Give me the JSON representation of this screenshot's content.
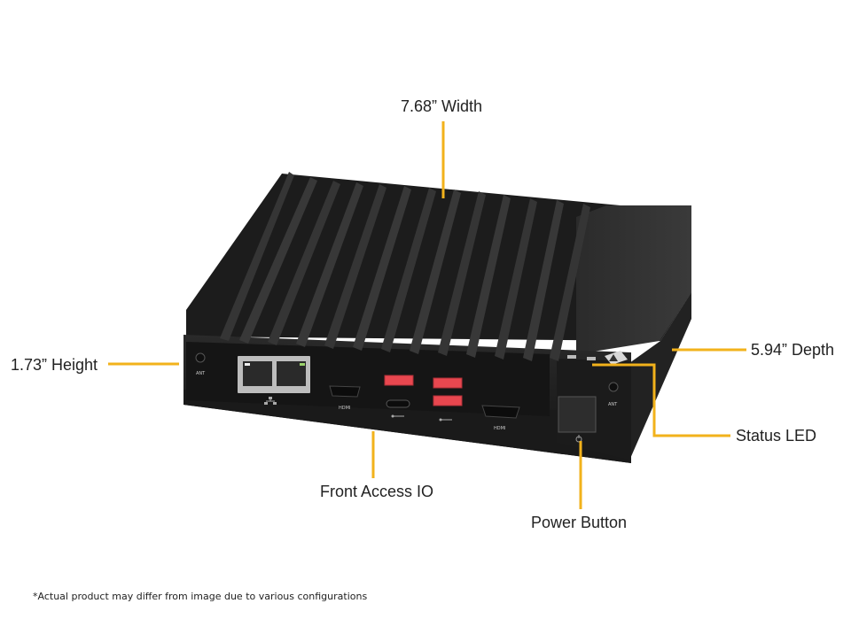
{
  "labels": {
    "width": "7.68” Width",
    "height": "1.73” Height",
    "depth": "5.94” Depth",
    "status_led": "Status LED",
    "front_io": "Front Access IO",
    "power_button": "Power Button"
  },
  "ports": {
    "hdmi_left": "HDMI",
    "hdmi_right": "HDMI",
    "ant_left": "ANT",
    "ant_right": "ANT"
  },
  "footnote": "*Actual product may differ from image due to various configurations",
  "colors": {
    "callout": "#f2b21b",
    "chassis": "#1f1f1f",
    "usb_red": "#e8474f"
  },
  "icons": [
    "network-icon",
    "usb-icon",
    "power-icon",
    "warning-icon"
  ]
}
